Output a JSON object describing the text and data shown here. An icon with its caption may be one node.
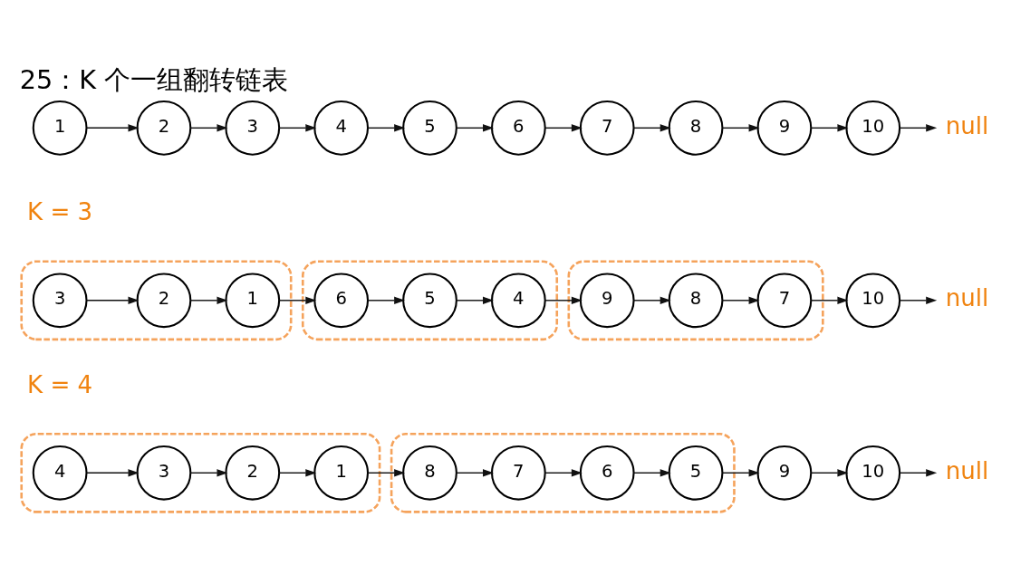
{
  "diagram": {
    "title": "25：K 个一组翻转链表",
    "nodes": [
      {
        "text": [
          "1"
        ]
      },
      {
        "text": [
          "2"
        ]
      },
      {
        "text": [
          "3"
        ]
      },
      {
        "text": [
          "4"
        ]
      },
      {
        "text": [
          "5"
        ]
      },
      {
        "text": [
          "6"
        ]
      },
      {
        "text": [
          "7"
        ]
      },
      {
        "text": [
          "8"
        ]
      },
      {
        "text": [
          "9"
        ]
      },
      {
        "text": [
          "10"
        ]
      },
      {
        "text": [
          "null"
        ]
      },
      {
        "text": [],
        "shape": "box"
      },
      {
        "text": [
          "3"
        ],
        "in": 11
      },
      {
        "text": [
          "2"
        ],
        "in": 11
      },
      {
        "text": [
          "1"
        ],
        "in": 11
      },
      {
        "text": [],
        "shape": "box"
      },
      {
        "text": [
          "6"
        ],
        "in": 15
      },
      {
        "text": [
          "5"
        ],
        "in": 15
      },
      {
        "text": [
          "4"
        ],
        "in": 15
      },
      {
        "text": [],
        "shape": "box"
      },
      {
        "text": [
          "9"
        ],
        "in": 19
      },
      {
        "text": [
          "8"
        ],
        "in": 19
      },
      {
        "text": [
          "7"
        ],
        "in": 19
      },
      {
        "text": [
          "10"
        ]
      },
      {
        "text": [
          "null"
        ]
      },
      {
        "text": [],
        "shape": "box"
      },
      {
        "text": [
          "4"
        ],
        "in": 25
      },
      {
        "text": [
          "3"
        ],
        "in": 25
      },
      {
        "text": [
          "2"
        ],
        "in": 25
      },
      {
        "text": [
          "1"
        ],
        "in": 25
      },
      {
        "text": [],
        "shape": "box"
      },
      {
        "text": [
          "8"
        ],
        "in": 30
      },
      {
        "text": [
          "7"
        ],
        "in": 30
      },
      {
        "text": [
          "6"
        ],
        "in": 30
      },
      {
        "text": [
          "5"
        ],
        "in": 30
      },
      {
        "text": [
          "9"
        ]
      },
      {
        "text": [
          "10"
        ]
      },
      {
        "text": [
          "null"
        ]
      }
    ],
    "edges": [
      {
        "from": 0,
        "to": 1,
        "arrow": "to"
      },
      {
        "from": 1,
        "to": 2,
        "arrow": "to"
      },
      {
        "from": 2,
        "to": 3,
        "arrow": "to"
      },
      {
        "from": 3,
        "to": 4,
        "arrow": "to"
      },
      {
        "from": 4,
        "to": 5,
        "arrow": "to"
      },
      {
        "from": 5,
        "to": 6,
        "arrow": "to"
      },
      {
        "from": 6,
        "to": 7,
        "arrow": "to"
      },
      {
        "from": 7,
        "to": 8,
        "arrow": "to"
      },
      {
        "from": 8,
        "to": 9,
        "arrow": "to"
      },
      {
        "from": 9,
        "to": 10,
        "arrow": "to"
      },
      {
        "from": 12,
        "to": 13,
        "arrow": "to"
      },
      {
        "from": 13,
        "to": 14,
        "arrow": "to"
      },
      {
        "from": 14,
        "to": 16,
        "arrow": "to"
      },
      {
        "from": 16,
        "to": 17,
        "arrow": "to"
      },
      {
        "from": 17,
        "to": 18,
        "arrow": "to"
      },
      {
        "from": 18,
        "to": 20,
        "arrow": "to"
      },
      {
        "from": 20,
        "to": 21,
        "arrow": "to"
      },
      {
        "from": 21,
        "to": 22,
        "arrow": "to"
      },
      {
        "from": 22,
        "to": 23,
        "arrow": "to"
      },
      {
        "from": 23,
        "to": 24,
        "arrow": "to"
      },
      {
        "from": 26,
        "to": 27,
        "arrow": "to"
      },
      {
        "from": 27,
        "to": 28,
        "arrow": "to"
      },
      {
        "from": 28,
        "to": 29,
        "arrow": "to"
      },
      {
        "from": 29,
        "to": 31,
        "arrow": "to"
      },
      {
        "from": 31,
        "to": 32,
        "arrow": "to"
      },
      {
        "from": 32,
        "to": 33,
        "arrow": "to"
      },
      {
        "from": 33,
        "to": 34,
        "arrow": "to"
      },
      {
        "from": 34,
        "to": 35,
        "arrow": "to"
      },
      {
        "from": 35,
        "to": 36,
        "arrow": "to"
      },
      {
        "from": 36,
        "to": 37,
        "arrow": "to"
      }
    ],
    "labels": [
      "K = 3",
      "K = 4"
    ]
  }
}
